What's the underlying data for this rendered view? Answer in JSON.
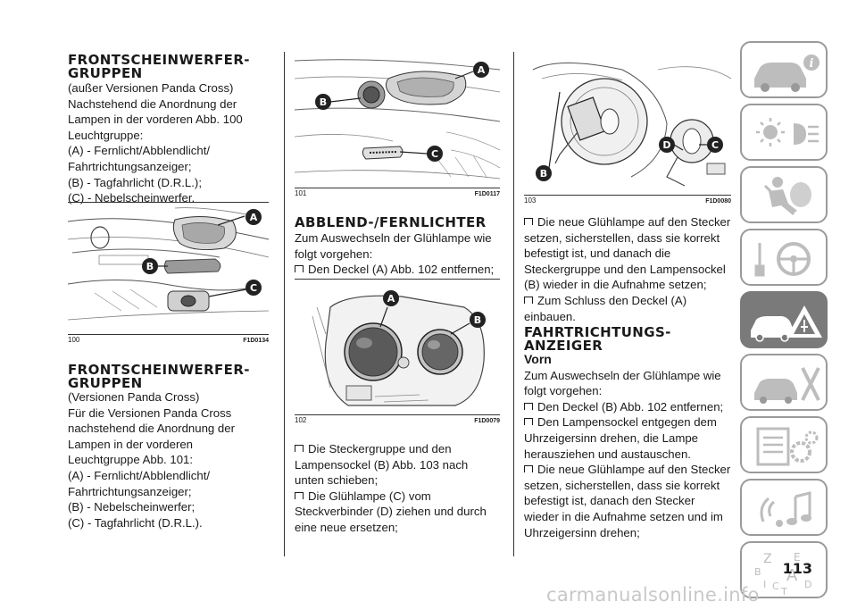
{
  "col1": {
    "heading1": "FRONTSCHEINWERFER-GRUPPEN",
    "subtitle1": "(außer Versionen Panda Cross)",
    "para1": "Nachstehend die Anordnung der Lampen in der vorderen Abb. 100 Leuchtgruppe:",
    "items1": [
      "(A) - Fernlicht/Abblendlicht/ Fahrtrichtungsanzeiger;",
      "(B) - Tagfahrlicht (D.R.L.);",
      "(C) - Nebelscheinwerfer."
    ],
    "fig100": {
      "num": "100",
      "code": "F1D0134",
      "labels": [
        "A",
        "B",
        "C"
      ]
    },
    "heading2": "FRONTSCHEINWERFER-GRUPPEN",
    "subtitle2": "(Versionen Panda Cross)",
    "para2": "Für die Versionen Panda Cross nachstehend die Anordnung der Lampen in der vorderen Leuchtgruppe Abb. 101:",
    "items2": [
      "(A) - Fernlicht/Abblendlicht/ Fahrtrichtungsanzeiger;",
      "(B) - Nebelscheinwerfer;",
      "(C) - Tagfahrlicht (D.R.L.)."
    ]
  },
  "col2": {
    "fig101": {
      "num": "101",
      "code": "F1D0117",
      "labels": [
        "A",
        "B",
        "C"
      ]
    },
    "heading": "ABBLEND-/FERNLICHTER",
    "para": "Zum Auswechseln der Glühlampe wie folgt vorgehen:",
    "bullet1": "Den Deckel (A) Abb. 102 entfernen;",
    "fig102": {
      "num": "102",
      "code": "F1D0079",
      "labels": [
        "A",
        "B"
      ]
    },
    "bullet2": "Die Steckergruppe und den Lampensockel (B) Abb. 103 nach unten schieben;",
    "bullet3": "Die Glühlampe (C) vom Steckverbinder (D) ziehen und durch eine neue ersetzen;"
  },
  "col3": {
    "fig103": {
      "num": "103",
      "code": "F1D0080",
      "labels": [
        "B",
        "D",
        "C"
      ]
    },
    "bullet1": "Die neue Glühlampe auf den Stecker setzen, sicherstellen, dass sie korrekt befestigt ist, und danach die Steckergruppe und den Lampensockel (B) wieder in die Aufnahme setzen;",
    "bullet2": "Zum Schluss den Deckel (A) einbauen.",
    "heading": "FAHRTRICHTUNGS-ANZEIGER",
    "subheading": "Vorn",
    "para": "Zum Auswechseln der Glühlampe wie folgt vorgehen:",
    "bullet3": "Den Deckel (B) Abb. 102 entfernen;",
    "bullet4": "Den Lampensockel entgegen dem Uhrzeigersinn drehen, die Lampe herausziehen und austauschen.",
    "bullet5": "Die neue Glühlampe auf den Stecker setzen, sicherstellen, dass sie korrekt befestigt ist, danach den Stecker wieder in die Aufnahme setzen und im Uhrzeigersinn drehen;"
  },
  "sidebar": {
    "tiles": [
      "car-info-icon",
      "dashboard-lights-icon",
      "safety-airbag-icon",
      "starting-driving-icon",
      "emergency-icon",
      "maintenance-icon",
      "technical-data-icon",
      "multimedia-icon",
      "index-icon"
    ],
    "index_letters": [
      "Z",
      "E",
      "B",
      "A",
      "I",
      "C",
      "T",
      "D"
    ],
    "active_index": 4
  },
  "page_number": "113",
  "watermark": "carmanualsonline.info"
}
